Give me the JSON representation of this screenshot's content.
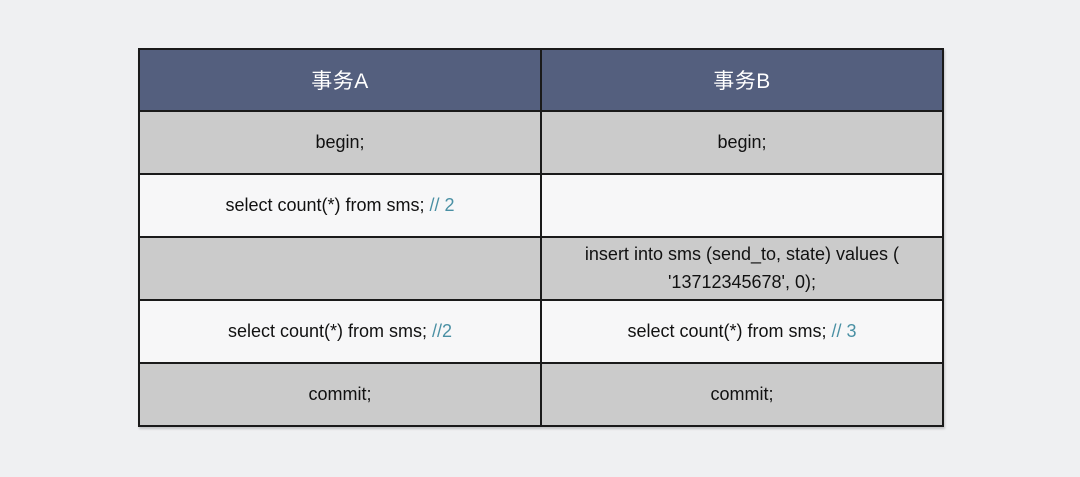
{
  "page": {
    "background_color": "#eff0f2"
  },
  "colors": {
    "header_background": "#545f7e",
    "header_text": "#ffffff",
    "row_gray": "#cbcbcb",
    "row_light": "#f7f7f8",
    "border": "#1a1a1a",
    "comment_text": "#4a90a4",
    "code_text": "#111111"
  },
  "table": {
    "columns": [
      {
        "label": "事务A"
      },
      {
        "label": "事务B"
      }
    ],
    "rows": [
      {
        "shade": "gray",
        "a": {
          "code": "begin;",
          "comment": ""
        },
        "b": {
          "code": "begin;",
          "comment": ""
        }
      },
      {
        "shade": "light",
        "a": {
          "code": "select count(*) from sms;",
          "comment": "// 2"
        },
        "b": {
          "code": "",
          "comment": ""
        }
      },
      {
        "shade": "gray",
        "a": {
          "code": "",
          "comment": ""
        },
        "b": {
          "code": "insert into sms (send_to, state) values ( '13712345678', 0);",
          "comment": ""
        }
      },
      {
        "shade": "light",
        "a": {
          "code": "select count(*) from sms;",
          "comment": "//2"
        },
        "b": {
          "code": "select count(*) from sms;",
          "comment": "// 3"
        }
      },
      {
        "shade": "gray",
        "a": {
          "code": "commit;",
          "comment": ""
        },
        "b": {
          "code": "commit;",
          "comment": ""
        }
      }
    ]
  }
}
